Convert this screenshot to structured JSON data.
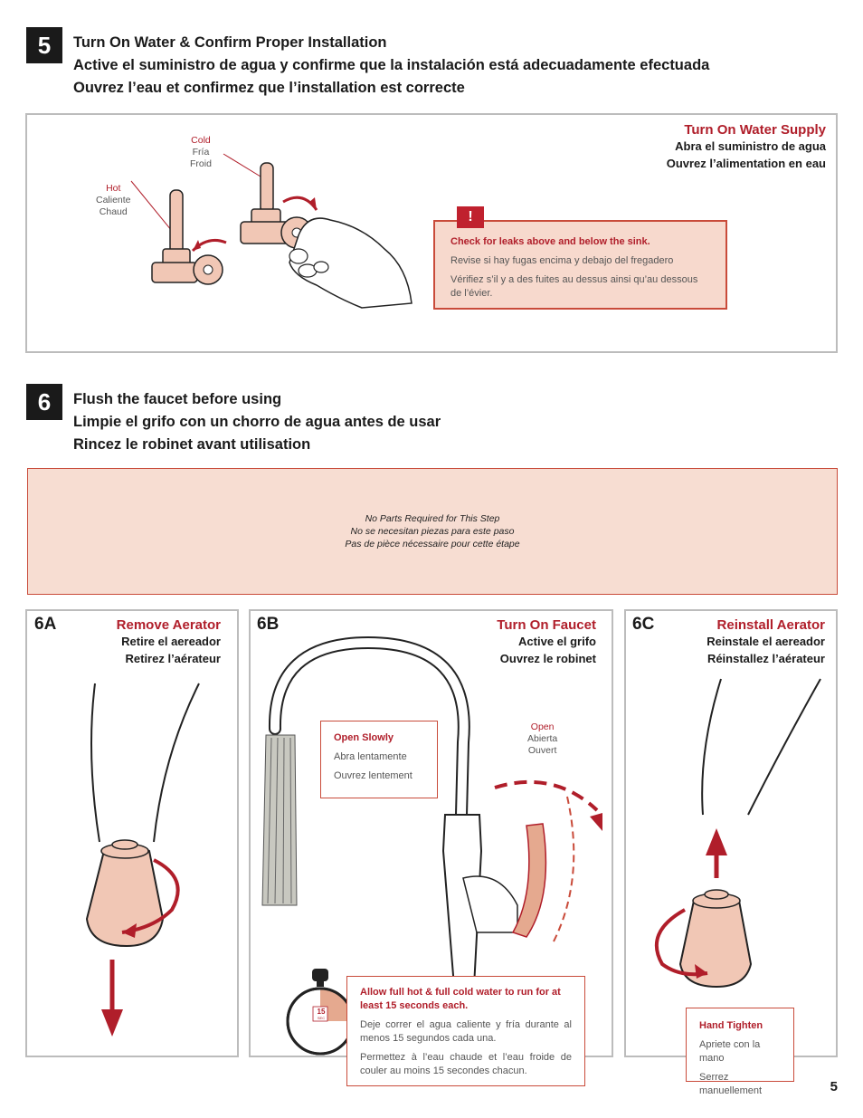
{
  "step5": {
    "number": "5",
    "title_en": "Turn On Water & Confirm Proper Installation",
    "title_es": "Active el suministro de agua y confirme que la instalación está adecuadamente efectuada",
    "title_fr": "Ouvrez l’eau et confirmez que l’installation est correcte",
    "supply_title": "Turn On Water Supply",
    "supply_es": "Abra el suministro de agua",
    "supply_fr": "Ouvrez l’alimentation en eau",
    "cold_en": "Cold",
    "cold_es": "Fría",
    "cold_fr": "Froid",
    "hot_en": "Hot",
    "hot_es": "Caliente",
    "hot_fr": "Chaud",
    "warning_icon": "!",
    "warning_en": "Check for leaks above and below the sink.",
    "warning_es": "Revise si hay fugas encima y debajo del fregadero",
    "warning_fr": "Vérifiez s’il y a des fuites au dessus ainsi qu’au dessous de l’évier."
  },
  "step6": {
    "number": "6",
    "title_en": "Flush the faucet before using",
    "title_es": "Limpie el grifo con un chorro de agua antes de usar",
    "title_fr": "Rincez le robinet avant utilisation",
    "no_parts_en": "No Parts Required for This Step",
    "no_parts_es": "No se necesitan piezas para este paso",
    "no_parts_fr": "Pas de pièce nécessaire pour cette étape"
  },
  "step6a": {
    "label": "6A",
    "title": "Remove Aerator",
    "es": "Retire el aereador",
    "fr": "Retirez l’aérateur"
  },
  "step6b": {
    "label": "6B",
    "title": "Turn On Faucet",
    "es": "Active el grifo",
    "fr": "Ouvrez le robinet",
    "open_en": "Open",
    "open_es": "Abierta",
    "open_fr": "Ouvert",
    "slow_en": "Open Slowly",
    "slow_es": "Abra lentamente",
    "slow_fr": "Ouvrez lentement",
    "timer_value": "15",
    "timer_unit": "SEC",
    "run_en": "Allow full hot & full cold water to run for at least 15 seconds each.",
    "run_es": "Deje correr el agua caliente y fría durante al menos 15 segundos cada una.",
    "run_fr": "Permettez à l’eau chaude et l’eau froide de couler au moins 15 secondes chacun."
  },
  "step6c": {
    "label": "6C",
    "title": "Reinstall Aerator",
    "es": "Reinstale el aereador",
    "fr": "Réinstallez l’aérateur",
    "hand_en": "Hand Tighten",
    "hand_es": "Apriete con la mano",
    "hand_fr": "Serrez manuellement"
  },
  "page_number": "5",
  "colors": {
    "accent_red": "#b01e2a",
    "copper": "#f1c7b5",
    "pink_fill": "#f7ddd2",
    "border_gray": "#bcbcbc"
  }
}
